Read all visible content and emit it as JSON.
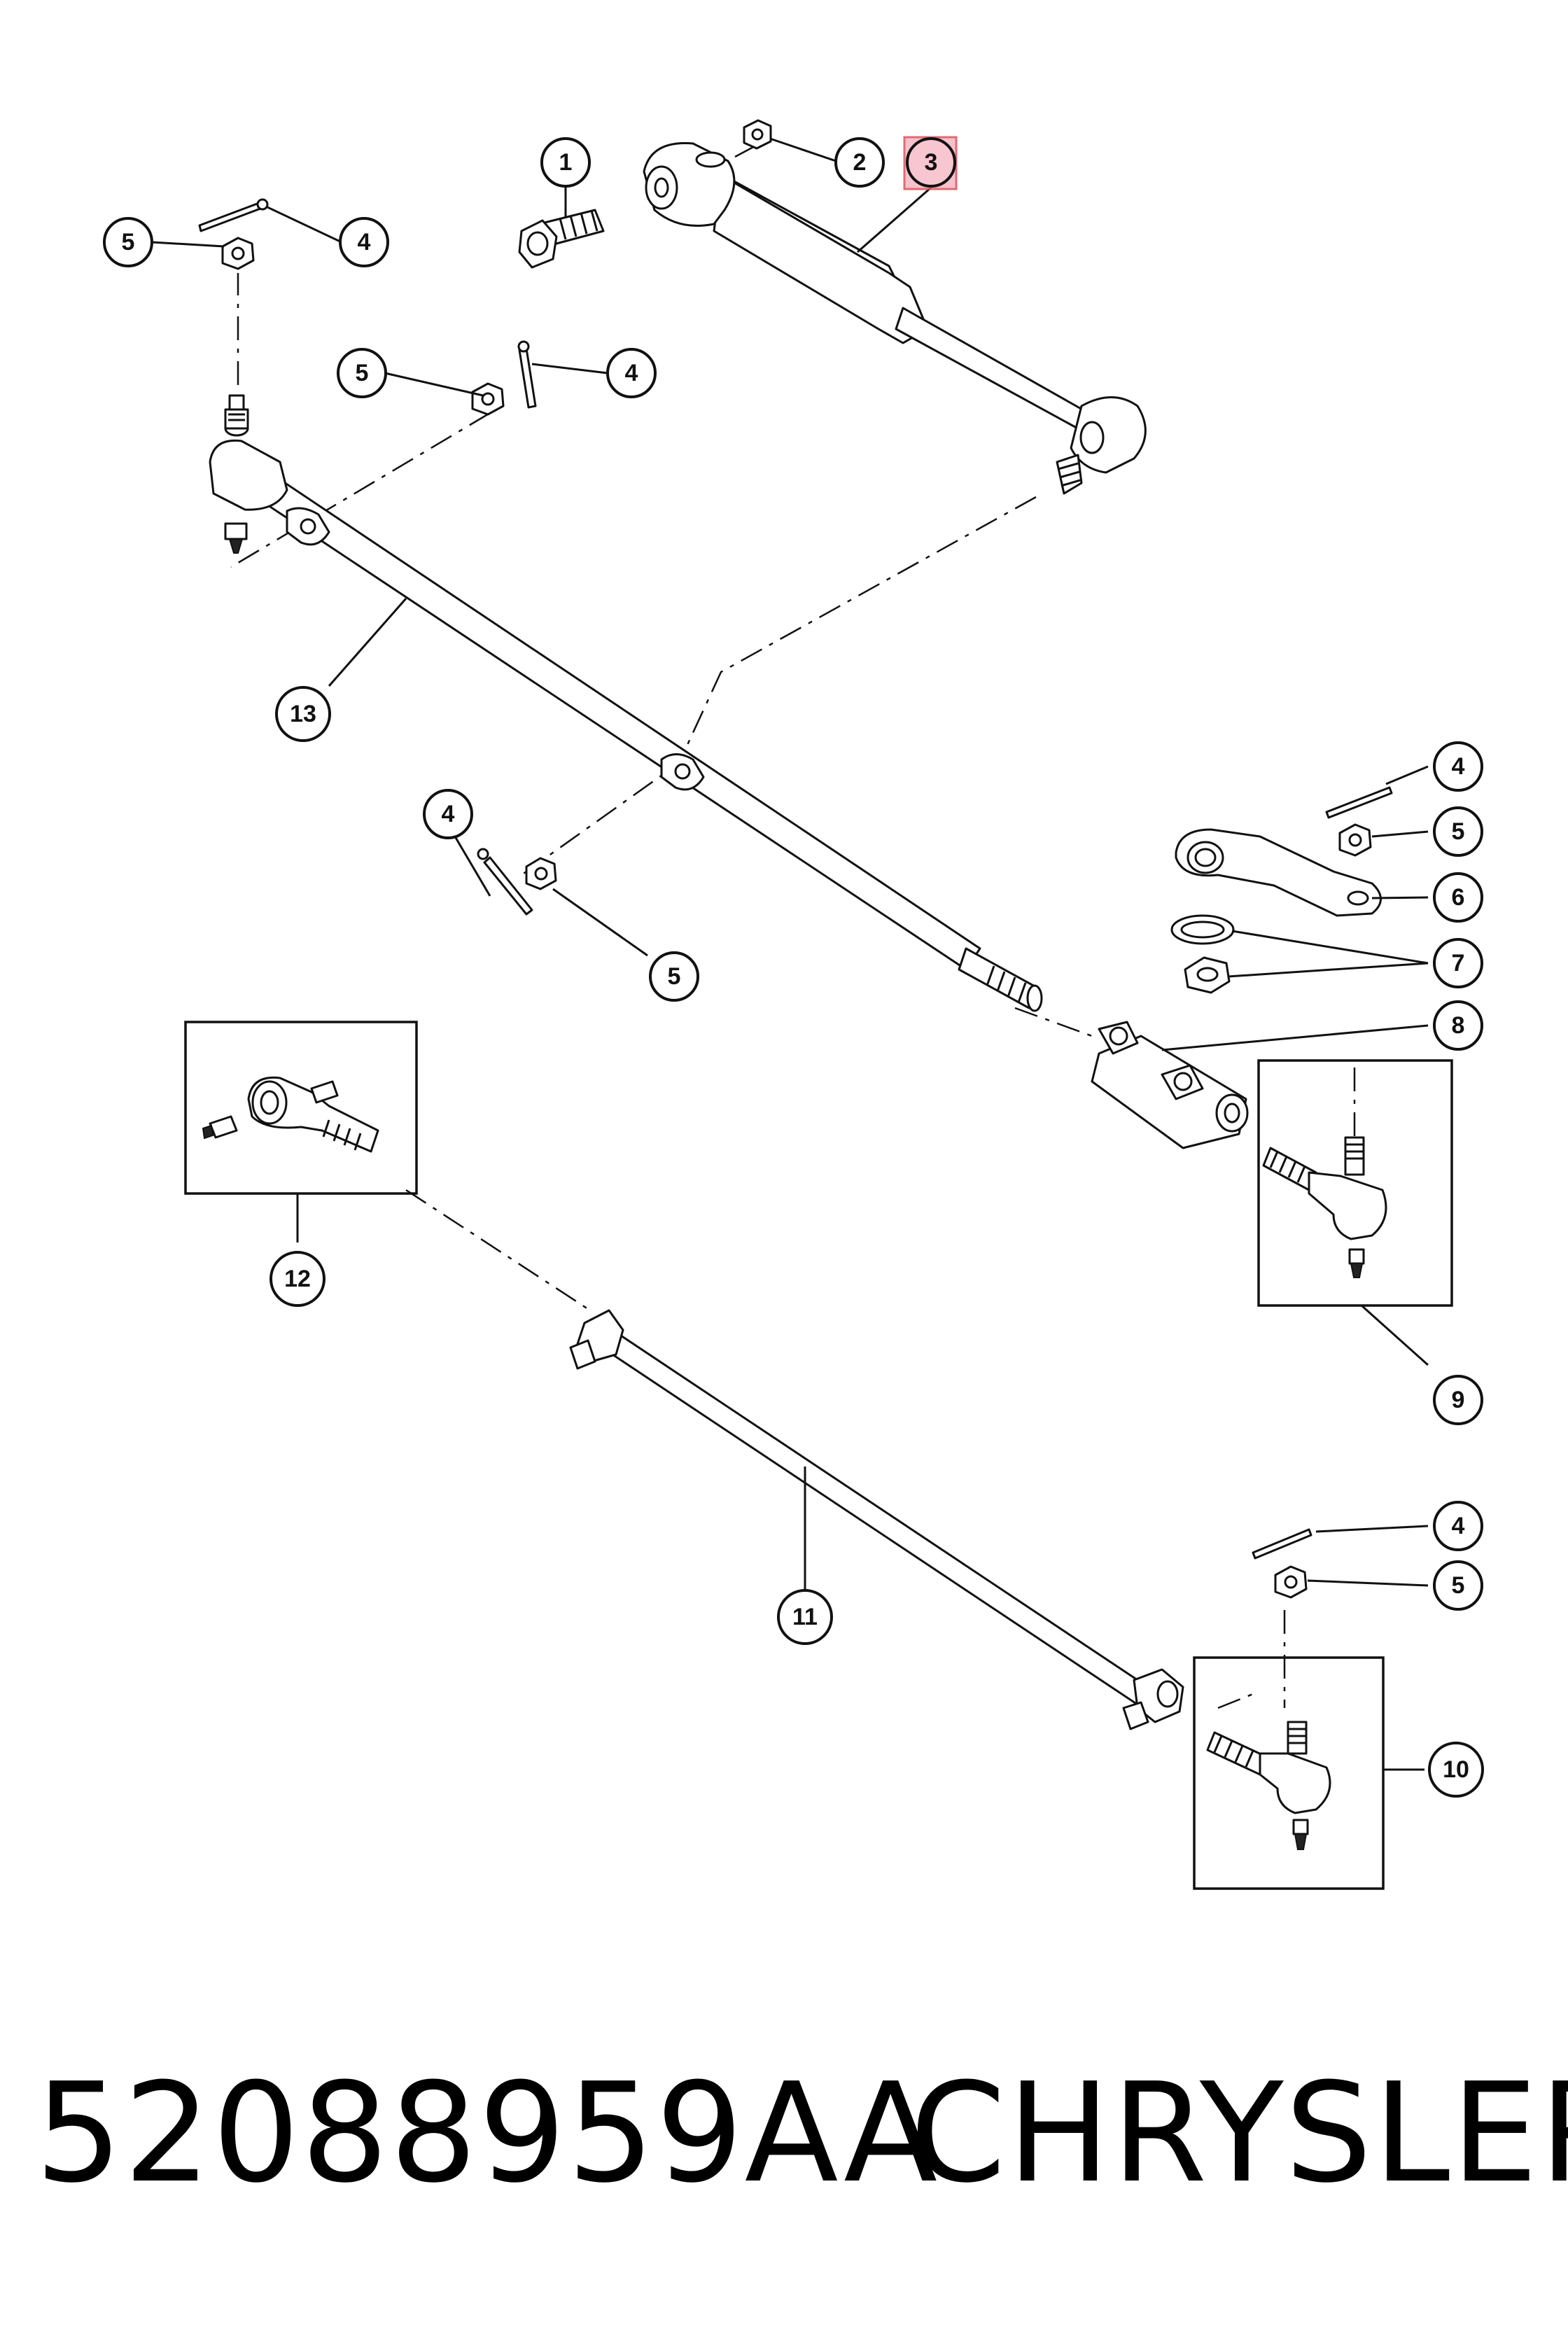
{
  "callouts": {
    "c1": "1",
    "c2": "2",
    "c3": "3",
    "c4a": "4",
    "c5a": "5",
    "c5b": "5",
    "c4b": "4",
    "c13": "13",
    "c4c": "4",
    "c5c": "5",
    "c5d": "5",
    "c4d": "4",
    "c6": "6",
    "c7": "7",
    "c8": "8",
    "c9": "9",
    "c12": "12",
    "c11": "11",
    "c4e": "4",
    "c5e": "5",
    "c10": "10"
  },
  "footer": {
    "part_number": "52088959AA",
    "brand": "CHRYSLER"
  },
  "highlight": {
    "callout": "3",
    "color": "#f5b8c4"
  }
}
